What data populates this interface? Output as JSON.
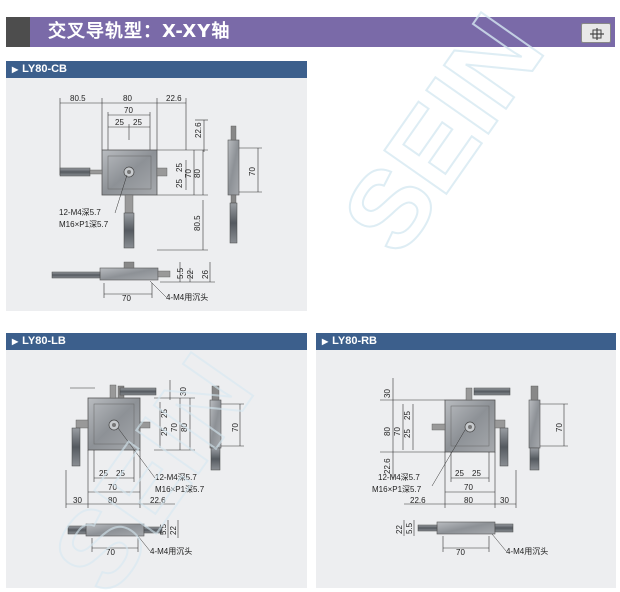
{
  "header": {
    "title": "交叉导轨型：X-XY轴"
  },
  "watermark": "SEIN",
  "panels": [
    {
      "id": "cb",
      "label": "LY80-CB",
      "dims": {
        "d80_5a": "80.5",
        "d80a": "80",
        "d22_6a": "22.6",
        "d70a": "70",
        "d25a": "25",
        "d25b": "25",
        "d22_6b": "22.6",
        "d25c": "25",
        "d25d": "25",
        "d70b": "70",
        "d80b": "80",
        "d80_5b": "80.5",
        "d70c": "70",
        "d5_5": "5.5",
        "d22": "22",
        "d26": "26",
        "d70d": "70"
      },
      "notes": {
        "hole1": "12-M4深5.7",
        "hole2": "M16×P1深5.7",
        "counter": "4-M4用沉头"
      }
    },
    {
      "id": "lb",
      "label": "LY80-LB",
      "dims": {
        "d30a": "30",
        "d25a": "25",
        "d25b": "25",
        "d70a": "70",
        "d80a": "80",
        "d70b": "70",
        "d25c": "25",
        "d25d": "25",
        "d70c": "70",
        "d30b": "30",
        "d80b": "80",
        "d22_6": "22.6",
        "d5_5": "5.5",
        "d22": "22",
        "d70d": "70"
      },
      "notes": {
        "hole1": "12-M4深5.7",
        "hole2": "M16×P1深5.7",
        "counter": "4-M4用沉头"
      }
    },
    {
      "id": "rb",
      "label": "LY80-RB",
      "dims": {
        "d30a": "30",
        "d80a": "80",
        "d70a": "70",
        "d25a": "25",
        "d25b": "25",
        "d22_6a": "22.6",
        "d25c": "25",
        "d25d": "25",
        "d70b": "70",
        "d22_6b": "22.6",
        "d80b": "80",
        "d30b": "30",
        "d70c": "70",
        "d22": "22",
        "d5_5": "5.5",
        "d70d": "70"
      },
      "notes": {
        "hole1": "12-M4深5.7",
        "hole2": "M16×P1深5.7",
        "counter": "4-M4用沉头"
      }
    }
  ]
}
